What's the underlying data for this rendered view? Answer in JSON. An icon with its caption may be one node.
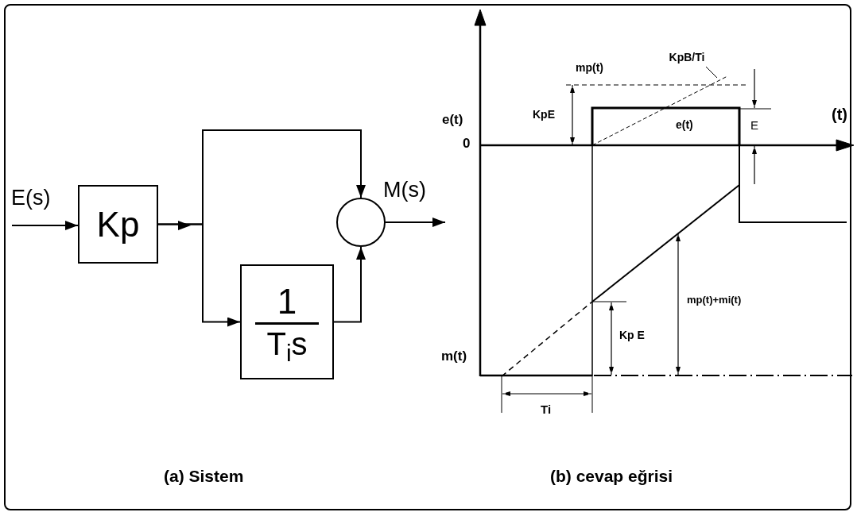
{
  "diagram": {
    "nodes": [
      {
        "text": [
          "Kp"
        ]
      },
      {
        "text": [
          "1",
          "T$_{i}$s"
        ]
      },
      {
        "text": [],
        "shape": "circle"
      },
      {
        "text": [
          "KpB/Ti"
        ]
      }
    ],
    "edges": [
      {
        "from": null,
        "to": 0,
        "arrow": "to",
        "label": "E(s)"
      },
      {
        "from": 0,
        "to": 2,
        "arrow": "to"
      },
      {
        "from": 0,
        "to": 1,
        "arrow": "to"
      },
      {
        "from": 1,
        "to": 2,
        "arrow": "to"
      },
      {
        "from": 2,
        "to": null,
        "arrow": "to",
        "label": "M(s)"
      },
      {
        "from": 3,
        "to": null,
        "arrow": "none"
      }
    ],
    "labels": [
      "e(t)",
      "mp(t)",
      "KpE",
      "0",
      "e(t)",
      "E",
      "(t)",
      "mp(t)+mi(t)",
      "m(t)",
      "Kp E",
      "Ti",
      "(a) Sistem",
      "(b) cevap eğrisi"
    ]
  }
}
